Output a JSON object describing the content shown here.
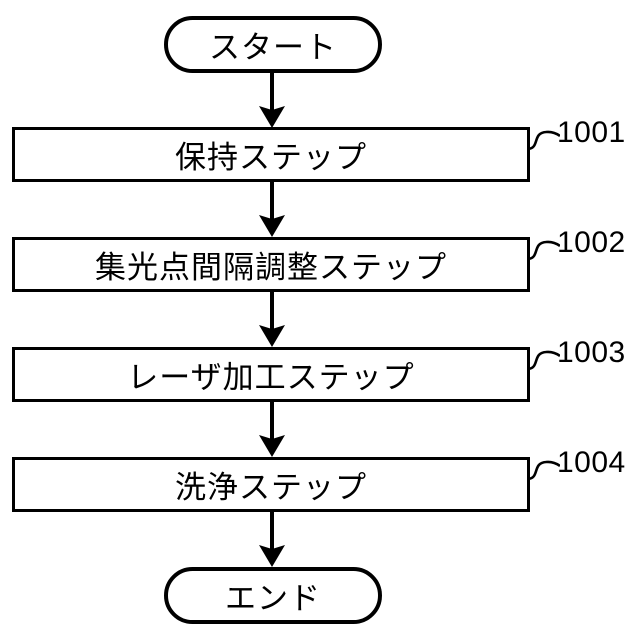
{
  "flowchart": {
    "type": "flowchart",
    "direction": "top-to-bottom",
    "colors": {
      "background": "#ffffff",
      "line": "#000000",
      "text": "#000000",
      "node_fill": "#ffffff"
    },
    "start": {
      "label": "スタート",
      "shape": "terminal"
    },
    "end": {
      "label": "エンド",
      "shape": "terminal"
    },
    "steps": [
      {
        "label": "保持ステップ",
        "ref": "1001",
        "shape": "process"
      },
      {
        "label": "集光点間隔調整ステップ",
        "ref": "1002",
        "shape": "process"
      },
      {
        "label": "レーザ加工ステップ",
        "ref": "1003",
        "shape": "process"
      },
      {
        "label": "洗浄ステップ",
        "ref": "1004",
        "shape": "process"
      }
    ],
    "connections": [
      "start→1001",
      "1001→1002",
      "1002→1003",
      "1003→1004",
      "1004→end"
    ]
  }
}
